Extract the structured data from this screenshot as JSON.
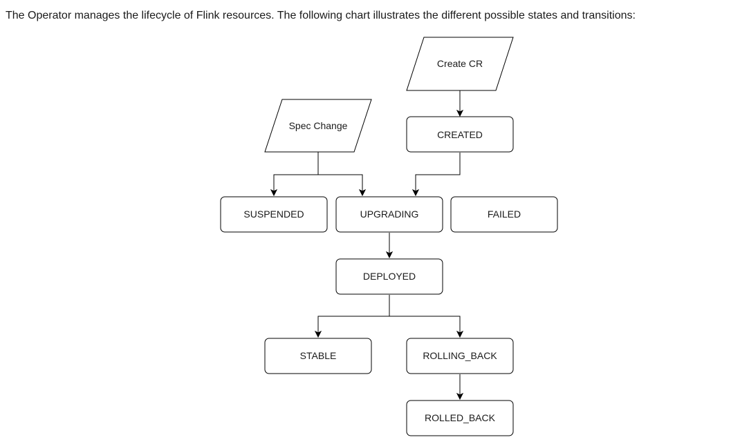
{
  "intro": {
    "text": "The Operator manages the lifecycle of Flink resources. The following chart illustrates the different possible states and transitions:"
  },
  "diagram": {
    "inputs": {
      "create_cr": "Create CR",
      "spec_change": "Spec Change"
    },
    "states": {
      "created": "CREATED",
      "suspended": "SUSPENDED",
      "upgrading": "UPGRADING",
      "failed": "FAILED",
      "deployed": "DEPLOYED",
      "stable": "STABLE",
      "rolling_back": "ROLLING_BACK",
      "rolled_back": "ROLLED_BACK"
    },
    "transitions": [
      {
        "from": "create_cr",
        "to": "created"
      },
      {
        "from": "created",
        "to": "upgrading"
      },
      {
        "from": "spec_change",
        "to": "suspended"
      },
      {
        "from": "spec_change",
        "to": "upgrading"
      },
      {
        "from": "upgrading",
        "to": "deployed"
      },
      {
        "from": "deployed",
        "to": "stable"
      },
      {
        "from": "deployed",
        "to": "rolling_back"
      },
      {
        "from": "rolling_back",
        "to": "rolled_back"
      }
    ]
  }
}
